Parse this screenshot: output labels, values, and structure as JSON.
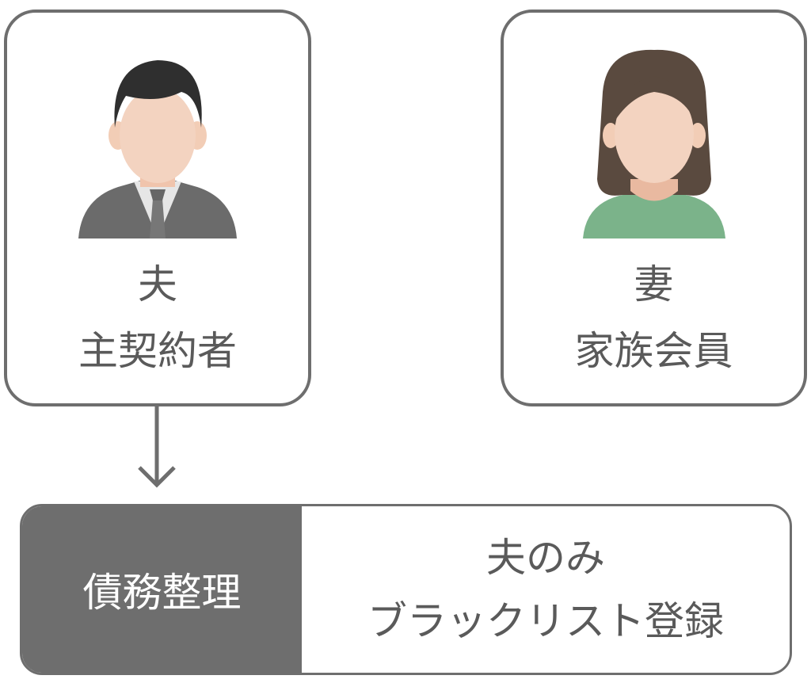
{
  "husband": {
    "name": "夫",
    "role": "主契約者",
    "icon": "man-avatar-icon"
  },
  "wife": {
    "name": "妻",
    "role": "家族会員",
    "icon": "woman-avatar-icon"
  },
  "result": {
    "label": "債務整理",
    "line1": "夫のみ",
    "line2": "ブラックリスト登録"
  },
  "colors": {
    "border": "#6e6e6e",
    "label_bg": "#6e6e6e",
    "text": "#5a5a5a",
    "shirt_green": "#7bb38a",
    "suit": "#6b6b6b"
  }
}
